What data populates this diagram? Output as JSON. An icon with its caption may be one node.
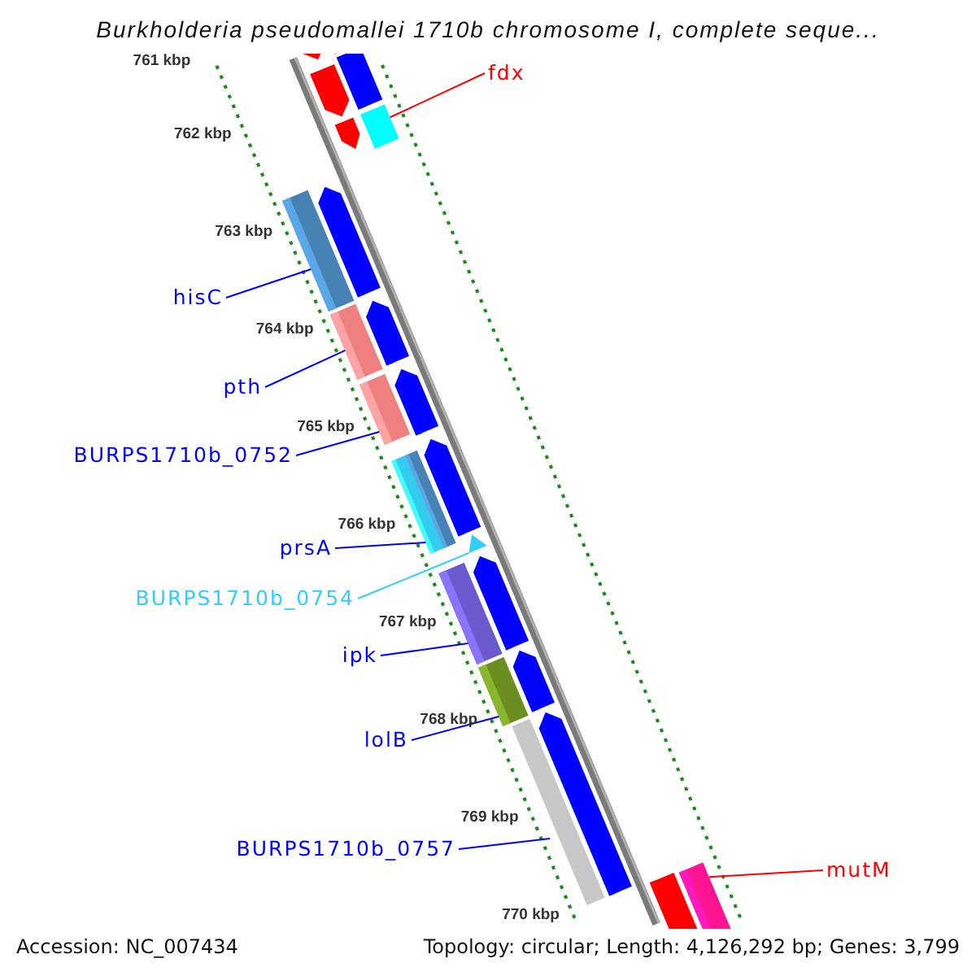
{
  "diagram": {
    "title": "Burkholderia pseudomallei 1710b chromosome I, complete seque...",
    "nodes": [
      {
        "text": [
          "fdx"
        ]
      },
      {
        "text": [],
        "shape": "bar"
      },
      {
        "text": [
          "hisC"
        ]
      },
      {
        "text": [],
        "shape": "bar"
      },
      {
        "text": [
          "pth"
        ]
      },
      {
        "text": [],
        "shape": "bar"
      },
      {
        "text": [
          "BURPS1710b_0752"
        ]
      },
      {
        "text": [],
        "shape": "bar"
      },
      {
        "text": [
          "prsA"
        ]
      },
      {
        "text": [],
        "shape": "bar"
      },
      {
        "text": [
          "BURPS1710b_0754"
        ]
      },
      {
        "text": [],
        "shape": "bar"
      },
      {
        "text": [
          "ipk"
        ]
      },
      {
        "text": [],
        "shape": "bar"
      },
      {
        "text": [
          "lolB"
        ]
      },
      {
        "text": [],
        "shape": "bar"
      },
      {
        "text": [
          "BURPS1710b_0757"
        ]
      },
      {
        "text": [],
        "shape": "bar"
      },
      {
        "text": [
          "mutM"
        ]
      },
      {
        "text": [],
        "shape": "bar"
      }
    ],
    "edges": [
      {
        "from": 0,
        "to": 1,
        "arrow": "none",
        "color": "#ff0000"
      },
      {
        "from": 2,
        "to": 3,
        "arrow": "none"
      },
      {
        "from": 4,
        "to": 5,
        "arrow": "none"
      },
      {
        "from": 6,
        "to": 7,
        "arrow": "none"
      },
      {
        "from": 8,
        "to": 9,
        "arrow": "none"
      },
      {
        "from": 10,
        "to": 11,
        "arrow": "none",
        "color": "#33ccff"
      },
      {
        "from": 12,
        "to": 13,
        "arrow": "none"
      },
      {
        "from": 14,
        "to": 15,
        "arrow": "none"
      },
      {
        "from": 16,
        "to": 17,
        "arrow": "none"
      },
      {
        "from": 18,
        "to": 19,
        "arrow": "none",
        "color": "#ff0000"
      }
    ],
    "labels": [
      "761 kbp",
      "762 kbp",
      "763 kbp",
      "764 kbp",
      "765 kbp",
      "766 kbp",
      "767 kbp",
      "768 kbp",
      "769 kbp",
      "770 kbp",
      "Accession: NC_007434",
      "Topology: circular; Length: 4,126,292 bp; Genes: 3,799"
    ]
  }
}
